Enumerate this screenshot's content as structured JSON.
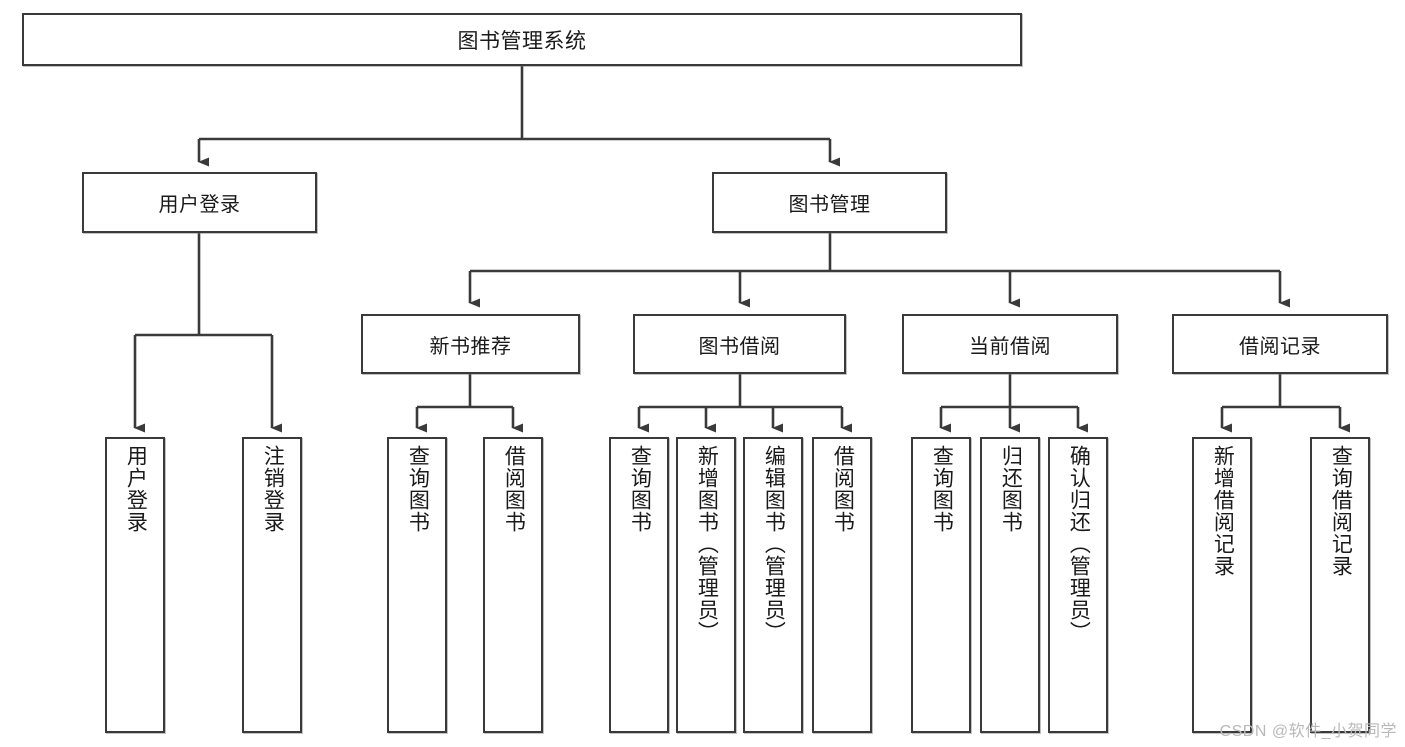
{
  "diagram": {
    "type": "tree-hierarchy",
    "title": "图书管理系统",
    "root": {
      "label": "图书管理系统"
    },
    "level2": [
      {
        "label": "用户登录"
      },
      {
        "label": "图书管理"
      }
    ],
    "level3": [
      {
        "label": "新书推荐",
        "parent": "图书管理"
      },
      {
        "label": "图书借阅",
        "parent": "图书管理"
      },
      {
        "label": "当前借阅",
        "parent": "图书管理"
      },
      {
        "label": "借阅记录",
        "parent": "图书管理"
      }
    ],
    "leaves": [
      {
        "label": "用户登录",
        "parent": "用户登录"
      },
      {
        "label": "注销登录",
        "parent": "用户登录"
      },
      {
        "label": "查询图书",
        "parent": "新书推荐"
      },
      {
        "label": "借阅图书",
        "parent": "新书推荐"
      },
      {
        "label": "查询图书",
        "parent": "图书借阅"
      },
      {
        "label": "新增图书（管理员）",
        "parent": "图书借阅"
      },
      {
        "label": "编辑图书（管理员）",
        "parent": "图书借阅"
      },
      {
        "label": "借阅图书",
        "parent": "图书借阅"
      },
      {
        "label": "查询图书",
        "parent": "当前借阅"
      },
      {
        "label": "归还图书",
        "parent": "当前借阅"
      },
      {
        "label": "确认归还（管理员）",
        "parent": "当前借阅"
      },
      {
        "label": "新增借阅记录",
        "parent": "借阅记录"
      },
      {
        "label": "查询借阅记录",
        "parent": "借阅记录"
      }
    ]
  },
  "watermark": {
    "text": "CSDN @软件_小贺同学"
  },
  "colors": {
    "stroke": "#3a3a3a",
    "fill": "#ffffff",
    "text": "#1a1a1a",
    "watermark": "#b9b9b9"
  }
}
